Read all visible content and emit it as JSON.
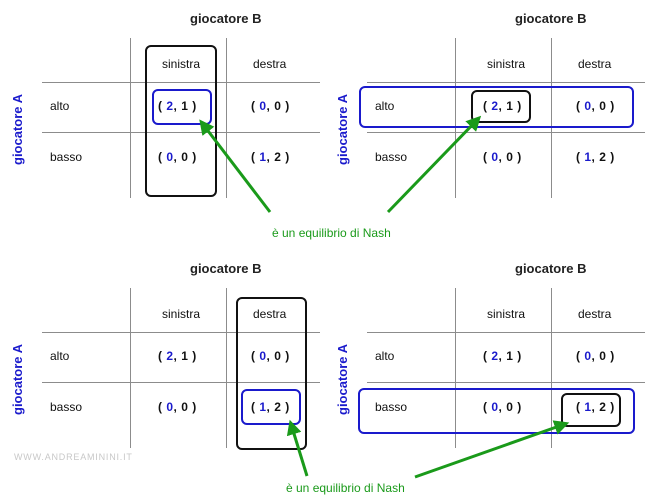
{
  "player_b": "giocatore B",
  "player_a": "giocatore A",
  "columns": [
    "sinistra",
    "destra"
  ],
  "rows": [
    "alto",
    "basso"
  ],
  "payoffs": [
    [
      {
        "a": "2",
        "b": "1"
      },
      {
        "a": "0",
        "b": "0"
      }
    ],
    [
      {
        "a": "0",
        "b": "0"
      },
      {
        "a": "1",
        "b": "2"
      }
    ]
  ],
  "caption": "è un equilibrio di Nash",
  "watermark": "WWW.ANDREAMININI.IT",
  "colors": {
    "player_a": "#1a1acc",
    "arrow": "#1a9a1a",
    "grid": "#8c8c8c"
  }
}
